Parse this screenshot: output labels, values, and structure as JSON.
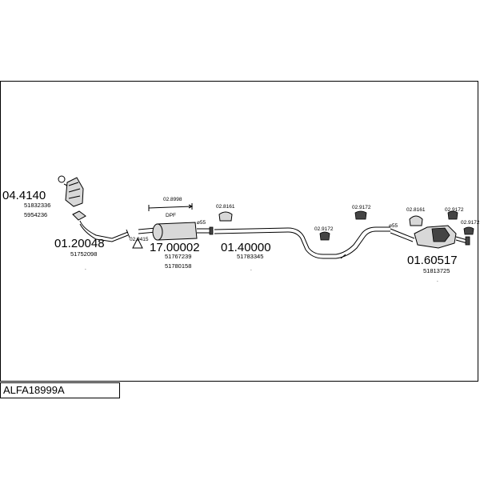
{
  "assembly_code": "ALFA18999A",
  "parts": {
    "catalyst": {
      "number": "04.4140",
      "refs": [
        "51832336",
        "5954236"
      ]
    },
    "front_pipe": {
      "number": "01.20048",
      "refs": [
        "51752098"
      ]
    },
    "dpf": {
      "number": "17.00002",
      "refs": [
        "51767239",
        "51780158"
      ],
      "tag": "DPF"
    },
    "middle_pipe": {
      "number": "01.40000",
      "refs": [
        "51783345"
      ]
    },
    "rear_silencer": {
      "number": "01.60517",
      "refs": [
        "51813725"
      ]
    }
  },
  "fittings": {
    "clamp_1": "02.8998",
    "rubber_1": "02.8161",
    "gasket_1": "02.9415",
    "rubber_2": "02.9172",
    "rubber_3": "02.9172",
    "rubber_4": "02.8161",
    "rubber_5": "02.9172",
    "rubber_6": "02.9172",
    "diam_1": "⌀55",
    "diam_2": "⌀55"
  }
}
